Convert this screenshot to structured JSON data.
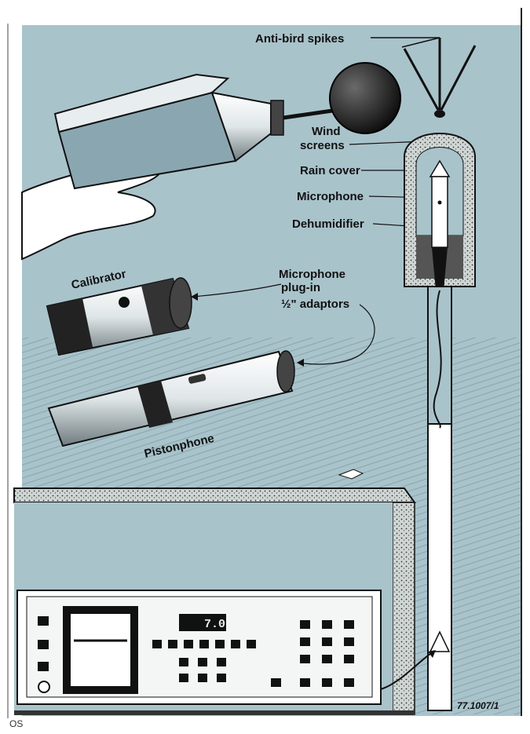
{
  "labels": {
    "anti_bird_spikes": "Anti-bird spikes",
    "wind_screens_1": "Wind",
    "wind_screens_2": "screens",
    "rain_cover": "Rain cover",
    "microphone": "Microphone",
    "dehumidifier": "Dehumidifier",
    "calibrator": "Calibrator",
    "adaptors_1": "Microphone",
    "adaptors_2": "plug-in",
    "adaptors_3": "½\" adaptors",
    "pistonphone": "Pistonphone"
  },
  "figure_code": "77.1007/1",
  "corner_mark": "OS",
  "analyzer": {
    "display_reading": "7.0"
  },
  "colors": {
    "background_blue": "#a9c3cb",
    "outline": "#111111",
    "paper": "#ffffff"
  }
}
